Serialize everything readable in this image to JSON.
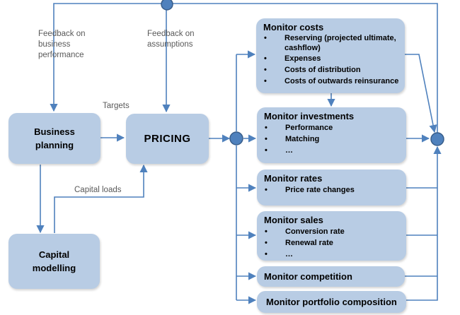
{
  "boxes": {
    "business_planning": "Business planning",
    "pricing": "PRICING",
    "capital_modelling": "Capital modelling"
  },
  "monitors": {
    "costs": {
      "title": "Monitor costs",
      "items": [
        "Reserving (projected ultimate, cashflow)",
        "Expenses",
        "Costs of distribution",
        "Costs of outwards reinsurance"
      ]
    },
    "investments": {
      "title": "Monitor investments",
      "items": [
        "Performance",
        "Matching",
        "…"
      ]
    },
    "rates": {
      "title": "Monitor rates",
      "items": [
        "Price rate changes"
      ]
    },
    "sales": {
      "title": "Monitor sales",
      "items": [
        "Conversion rate",
        "Renewal rate",
        "…"
      ]
    },
    "competition": {
      "title": "Monitor competition"
    },
    "portfolio": {
      "title": "Monitor portfolio composition"
    }
  },
  "labels": {
    "feedback_business": "Feedback on business performance",
    "feedback_assumptions": "Feedback on assumptions",
    "targets": "Targets",
    "capital_loads": "Capital loads"
  },
  "colors": {
    "box_fill": "#b8cce4",
    "line": "#4f81bd",
    "node_fill": "#4f81bd",
    "node_stroke": "#385d8a",
    "label_text": "#595959"
  }
}
